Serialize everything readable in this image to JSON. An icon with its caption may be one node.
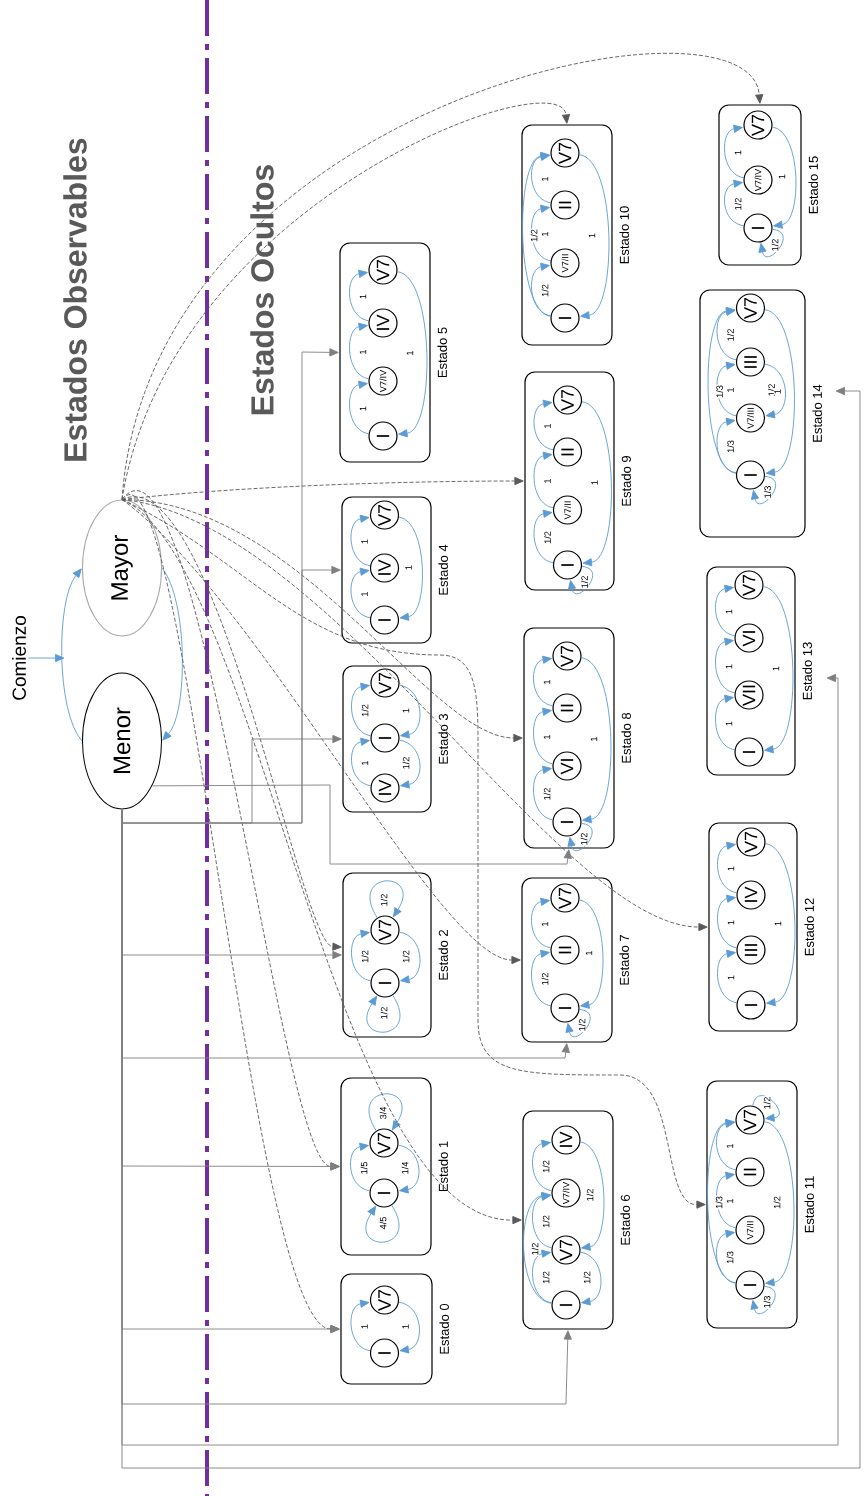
{
  "diagram": {
    "nodes": [
      {
        "text": [
          "Comienzo"
        ]
      },
      {
        "text": [
          "Mayor"
        ]
      },
      {
        "text": [
          "Menor"
        ]
      },
      {
        "text": [
          "Estado 0"
        ]
      },
      {
        "text": [
          "I"
        ],
        "in": 3
      },
      {
        "text": [
          "V7"
        ],
        "in": 3
      },
      {
        "text": [
          "Estado 1"
        ]
      },
      {
        "text": [
          "I"
        ],
        "in": 6
      },
      {
        "text": [
          "V7"
        ],
        "in": 6
      },
      {
        "text": [
          "Estado 2"
        ]
      },
      {
        "text": [
          "I"
        ],
        "in": 9
      },
      {
        "text": [
          "V7"
        ],
        "in": 9
      },
      {
        "text": [
          "Estado 3"
        ]
      },
      {
        "text": [
          "IV"
        ],
        "in": 12
      },
      {
        "text": [
          "I"
        ],
        "in": 12
      },
      {
        "text": [
          "V7"
        ],
        "in": 12
      },
      {
        "text": [
          "Estado 4"
        ]
      },
      {
        "text": [
          "I"
        ],
        "in": 16
      },
      {
        "text": [
          "IV"
        ],
        "in": 16
      },
      {
        "text": [
          "V7"
        ],
        "in": 16
      },
      {
        "text": [
          "Estado 5"
        ]
      },
      {
        "text": [
          "I"
        ],
        "in": 20
      },
      {
        "text": [
          "V7/IV"
        ],
        "in": 20
      },
      {
        "text": [
          "IV"
        ],
        "in": 20
      },
      {
        "text": [
          "V7"
        ],
        "in": 20
      },
      {
        "text": [
          "Estado 6"
        ]
      },
      {
        "text": [
          "I"
        ],
        "in": 25
      },
      {
        "text": [
          "V7"
        ],
        "in": 25
      },
      {
        "text": [
          "V7/IV"
        ],
        "in": 25
      },
      {
        "text": [
          "IV"
        ],
        "in": 25
      },
      {
        "text": [
          "Estado 7"
        ]
      },
      {
        "text": [
          "I"
        ],
        "in": 30
      },
      {
        "text": [
          "II"
        ],
        "in": 30
      },
      {
        "text": [
          "V7"
        ],
        "in": 30
      },
      {
        "text": [
          "Estado 8"
        ]
      },
      {
        "text": [
          "I"
        ],
        "in": 34
      },
      {
        "text": [
          "VI"
        ],
        "in": 34
      },
      {
        "text": [
          "II"
        ],
        "in": 34
      },
      {
        "text": [
          "V7"
        ],
        "in": 34
      },
      {
        "text": [
          "Estado 9"
        ]
      },
      {
        "text": [
          "I"
        ],
        "in": 39
      },
      {
        "text": [
          "V7/II"
        ],
        "in": 39
      },
      {
        "text": [
          "II"
        ],
        "in": 39
      },
      {
        "text": [
          "V7"
        ],
        "in": 39
      },
      {
        "text": [
          "Estado 10"
        ]
      },
      {
        "text": [
          "I"
        ],
        "in": 44
      },
      {
        "text": [
          "V7/II"
        ],
        "in": 44
      },
      {
        "text": [
          "II"
        ],
        "in": 44
      },
      {
        "text": [
          "V7"
        ],
        "in": 44
      },
      {
        "text": [
          "Estado 11"
        ]
      },
      {
        "text": [
          "I"
        ],
        "in": 49
      },
      {
        "text": [
          "V7/II"
        ],
        "in": 49
      },
      {
        "text": [
          "II"
        ],
        "in": 49
      },
      {
        "text": [
          "V7"
        ],
        "in": 49
      },
      {
        "text": [
          "Estado 12"
        ]
      },
      {
        "text": [
          "I"
        ],
        "in": 54
      },
      {
        "text": [
          "III"
        ],
        "in": 54
      },
      {
        "text": [
          "IV"
        ],
        "in": 54
      },
      {
        "text": [
          "V7"
        ],
        "in": 54
      },
      {
        "text": [
          "Estado 13"
        ]
      },
      {
        "text": [
          "I"
        ],
        "in": 59
      },
      {
        "text": [
          "VII"
        ],
        "in": 59
      },
      {
        "text": [
          "VI"
        ],
        "in": 59
      },
      {
        "text": [
          "V7"
        ],
        "in": 59
      },
      {
        "text": [
          "Estado 14"
        ]
      },
      {
        "text": [
          "I"
        ],
        "in": 64
      },
      {
        "text": [
          "V7/III"
        ],
        "in": 64
      },
      {
        "text": [
          "III"
        ],
        "in": 64
      },
      {
        "text": [
          "V7"
        ],
        "in": 64
      },
      {
        "text": [
          "Estado 15"
        ]
      },
      {
        "text": [
          "I"
        ],
        "in": 69
      },
      {
        "text": [
          "V7/IV"
        ],
        "in": 69
      },
      {
        "text": [
          "V7"
        ],
        "in": 69
      }
    ],
    "edges": [
      {
        "from": 0,
        "to": null,
        "arrow": "to"
      },
      {
        "from": 1,
        "to": 2,
        "arrow": "to"
      },
      {
        "from": 2,
        "to": 1,
        "arrow": "to"
      },
      {
        "from": 4,
        "to": 5,
        "arrow": "to",
        "label": "1"
      },
      {
        "from": 5,
        "to": 4,
        "arrow": "to",
        "label": "1"
      },
      {
        "from": 7,
        "to": 7,
        "arrow": "to",
        "label": "4/5"
      },
      {
        "from": 7,
        "to": 8,
        "arrow": "to",
        "label": "1/5"
      },
      {
        "from": 8,
        "to": 7,
        "arrow": "to",
        "label": "1/4"
      },
      {
        "from": 8,
        "to": 8,
        "arrow": "to",
        "label": "3/4"
      },
      {
        "from": 10,
        "to": 10,
        "arrow": "to",
        "label": "1/2"
      },
      {
        "from": 10,
        "to": 11,
        "arrow": "to",
        "label": "1/2"
      },
      {
        "from": 11,
        "to": 10,
        "arrow": "to",
        "label": "1/2"
      },
      {
        "from": 11,
        "to": 11,
        "arrow": "to",
        "label": "1/2"
      },
      {
        "from": 13,
        "to": 14,
        "arrow": "to",
        "label": "1"
      },
      {
        "from": 14,
        "to": 13,
        "arrow": "to",
        "label": "1/2"
      },
      {
        "from": 14,
        "to": 15,
        "arrow": "to",
        "label": "1/2"
      },
      {
        "from": 15,
        "to": 14,
        "arrow": "to",
        "label": "1"
      },
      {
        "from": 17,
        "to": 18,
        "arrow": "to",
        "label": "1"
      },
      {
        "from": 18,
        "to": 19,
        "arrow": "to",
        "label": "1"
      },
      {
        "from": 19,
        "to": 17,
        "arrow": "to",
        "label": "1"
      },
      {
        "from": 21,
        "to": 22,
        "arrow": "to",
        "label": "1"
      },
      {
        "from": 22,
        "to": 23,
        "arrow": "to",
        "label": "1"
      },
      {
        "from": 23,
        "to": 24,
        "arrow": "to",
        "label": "1"
      },
      {
        "from": 24,
        "to": 21,
        "arrow": "to",
        "label": "1"
      },
      {
        "from": 26,
        "to": 27,
        "arrow": "to",
        "label": "1/2"
      },
      {
        "from": 26,
        "to": 28,
        "arrow": "to",
        "label": "1/2"
      },
      {
        "from": 27,
        "to": 28,
        "arrow": "to",
        "label": "1/2"
      },
      {
        "from": 28,
        "to": 29,
        "arrow": "to",
        "label": "1/2"
      },
      {
        "from": 29,
        "to": 27,
        "arrow": "to",
        "label": "1/2"
      },
      {
        "from": 27,
        "to": 26,
        "arrow": "to",
        "label": "1/2"
      },
      {
        "from": 31,
        "to": 31,
        "arrow": "to",
        "label": "1/2"
      },
      {
        "from": 31,
        "to": 32,
        "arrow": "to",
        "label": "1/2"
      },
      {
        "from": 32,
        "to": 33,
        "arrow": "to",
        "label": "1"
      },
      {
        "from": 33,
        "to": 31,
        "arrow": "to",
        "label": "1"
      },
      {
        "from": 35,
        "to": 35,
        "arrow": "to",
        "label": "1/2"
      },
      {
        "from": 35,
        "to": 36,
        "arrow": "to",
        "label": "1/2"
      },
      {
        "from": 36,
        "to": 37,
        "arrow": "to",
        "label": "1"
      },
      {
        "from": 37,
        "to": 38,
        "arrow": "to",
        "label": "1"
      },
      {
        "from": 38,
        "to": 35,
        "arrow": "to",
        "label": "1"
      },
      {
        "from": 40,
        "to": 40,
        "arrow": "to",
        "label": "1/2"
      },
      {
        "from": 40,
        "to": 41,
        "arrow": "to",
        "label": "1/2"
      },
      {
        "from": 41,
        "to": 42,
        "arrow": "to",
        "label": "1"
      },
      {
        "from": 42,
        "to": 43,
        "arrow": "to",
        "label": "1"
      },
      {
        "from": 43,
        "to": 40,
        "arrow": "to",
        "label": "1"
      },
      {
        "from": 45,
        "to": 46,
        "arrow": "to",
        "label": "1/2"
      },
      {
        "from": 45,
        "to": 48,
        "arrow": "to",
        "label": "1/2"
      },
      {
        "from": 46,
        "to": 47,
        "arrow": "to",
        "label": "1"
      },
      {
        "from": 47,
        "to": 48,
        "arrow": "to",
        "label": "1"
      },
      {
        "from": 48,
        "to": 45,
        "arrow": "to",
        "label": "1"
      },
      {
        "from": 50,
        "to": 50,
        "arrow": "to",
        "label": "1/3"
      },
      {
        "from": 50,
        "to": 51,
        "arrow": "to",
        "label": "1/3"
      },
      {
        "from": 50,
        "to": 53,
        "arrow": "to",
        "label": "1/3"
      },
      {
        "from": 51,
        "to": 52,
        "arrow": "to",
        "label": "1"
      },
      {
        "from": 52,
        "to": 53,
        "arrow": "to",
        "label": "1"
      },
      {
        "from": 53,
        "to": 53,
        "arrow": "to",
        "label": "1/2"
      },
      {
        "from": 53,
        "to": 50,
        "arrow": "to",
        "label": "1/2"
      },
      {
        "from": 55,
        "to": 56,
        "arrow": "to",
        "label": "1"
      },
      {
        "from": 56,
        "to": 57,
        "arrow": "to",
        "label": "1"
      },
      {
        "from": 57,
        "to": 58,
        "arrow": "to",
        "label": "1"
      },
      {
        "from": 58,
        "to": 55,
        "arrow": "to",
        "label": "1"
      },
      {
        "from": 60,
        "to": 61,
        "arrow": "to",
        "label": "1"
      },
      {
        "from": 61,
        "to": 62,
        "arrow": "to",
        "label": "1"
      },
      {
        "from": 62,
        "to": 63,
        "arrow": "to",
        "label": "1"
      },
      {
        "from": 63,
        "to": 60,
        "arrow": "to",
        "label": "1"
      },
      {
        "from": 65,
        "to": 65,
        "arrow": "to",
        "label": "1/3"
      },
      {
        "from": 65,
        "to": 66,
        "arrow": "to",
        "label": "1/3"
      },
      {
        "from": 65,
        "to": 68,
        "arrow": "to",
        "label": "1/3"
      },
      {
        "from": 66,
        "to": 67,
        "arrow": "to",
        "label": "1"
      },
      {
        "from": 67,
        "to": 68,
        "arrow": "to",
        "label": "1/2"
      },
      {
        "from": 67,
        "to": 66,
        "arrow": "to",
        "label": "1/2"
      },
      {
        "from": 68,
        "to": 65,
        "arrow": "to",
        "label": "1"
      },
      {
        "from": 70,
        "to": 70,
        "arrow": "to",
        "label": "1/2"
      },
      {
        "from": 70,
        "to": 71,
        "arrow": "to",
        "label": "1/2"
      },
      {
        "from": 71,
        "to": 72,
        "arrow": "to",
        "label": "1"
      },
      {
        "from": 72,
        "to": 70,
        "arrow": "to",
        "label": "1"
      },
      {
        "from": 1,
        "to": 3,
        "arrow": "to",
        "style": "dashed",
        "color": "#595959"
      },
      {
        "from": 1,
        "to": 6,
        "arrow": "to",
        "style": "dashed",
        "color": "#595959"
      },
      {
        "from": 1,
        "to": 9,
        "arrow": "to",
        "style": "dashed",
        "color": "#595959"
      },
      {
        "from": 1,
        "to": 25,
        "arrow": "to",
        "style": "dashed",
        "color": "#595959"
      },
      {
        "from": 1,
        "to": 30,
        "arrow": "to",
        "style": "dashed",
        "color": "#595959"
      },
      {
        "from": 1,
        "to": 34,
        "arrow": "to",
        "style": "dashed",
        "color": "#595959"
      },
      {
        "from": 1,
        "to": 39,
        "arrow": "to",
        "style": "dashed",
        "color": "#595959"
      },
      {
        "from": 1,
        "to": 44,
        "arrow": "to",
        "style": "dashed",
        "color": "#595959"
      },
      {
        "from": 1,
        "to": 49,
        "arrow": "to",
        "style": "dashed",
        "color": "#595959"
      },
      {
        "from": 1,
        "to": 54,
        "arrow": "to",
        "style": "dashed",
        "color": "#595959"
      },
      {
        "from": 1,
        "to": 69,
        "arrow": "to",
        "style": "dashed",
        "color": "#595959"
      },
      {
        "from": 2,
        "to": 3,
        "arrow": "to",
        "color": "#7f7f7f"
      },
      {
        "from": 2,
        "to": 6,
        "arrow": "to",
        "color": "#7f7f7f"
      },
      {
        "from": 2,
        "to": 9,
        "arrow": "to",
        "color": "#7f7f7f"
      },
      {
        "from": 2,
        "to": 12,
        "arrow": "to",
        "color": "#7f7f7f"
      },
      {
        "from": 2,
        "to": 16,
        "arrow": "to",
        "color": "#7f7f7f"
      },
      {
        "from": 2,
        "to": 20,
        "arrow": "to",
        "color": "#7f7f7f"
      },
      {
        "from": 2,
        "to": 25,
        "arrow": "to",
        "color": "#7f7f7f"
      },
      {
        "from": 2,
        "to": 30,
        "arrow": "to",
        "color": "#7f7f7f"
      },
      {
        "from": 2,
        "to": 34,
        "arrow": "to",
        "color": "#7f7f7f"
      },
      {
        "from": 2,
        "to": 59,
        "arrow": "to",
        "color": "#7f7f7f"
      },
      {
        "from": 2,
        "to": 64,
        "arrow": "to",
        "color": "#7f7f7f"
      }
    ],
    "labels": [
      "Estados Observables",
      "Estados Ocultos"
    ]
  }
}
